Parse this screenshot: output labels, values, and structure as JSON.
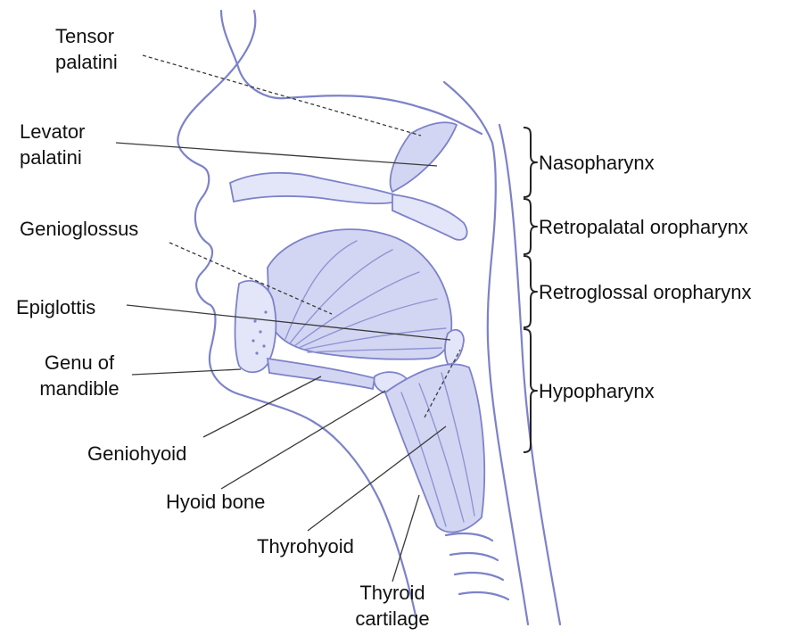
{
  "labels": {
    "tensor_palatini": [
      "Tensor",
      "palatini"
    ],
    "levator_palatini": [
      "Levator",
      "palatini"
    ],
    "genioglossus": "Genioglossus",
    "epiglottis": "Epiglottis",
    "genu_of_mandible": [
      "Genu of",
      "mandible"
    ],
    "geniohyoid": "Geniohyoid",
    "hyoid_bone": "Hyoid bone",
    "thyrohyoid": "Thyrohyoid",
    "thyroid_cartilage": [
      "Thyroid",
      "cartilage"
    ]
  },
  "regions": {
    "nasopharynx": "Nasopharynx",
    "retropalatal_oropharynx": "Retropalatal oropharynx",
    "retroglossal_oropharynx": "Retroglossal oropharynx",
    "hypopharynx": "Hypopharynx"
  },
  "colors": {
    "line_art": "#7d82c9",
    "muscle_fill": "#d3d6f2",
    "text": "#111111"
  }
}
